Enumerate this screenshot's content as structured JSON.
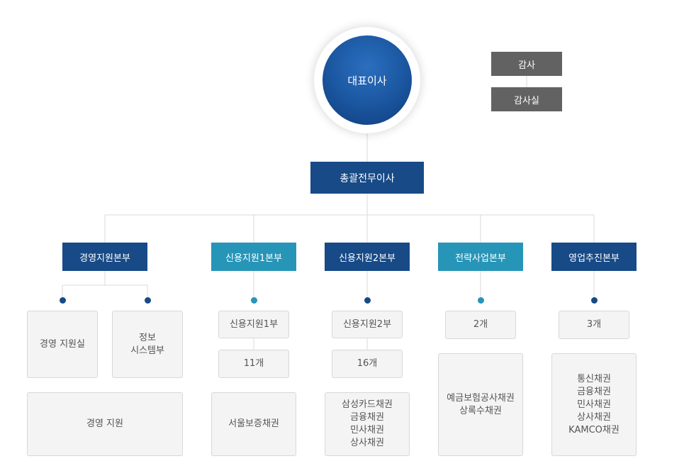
{
  "ceo": {
    "label": "대표이사"
  },
  "audit": {
    "auditor": "감사",
    "audit_office": "감사실"
  },
  "general_manager": {
    "label": "총괄전무이사"
  },
  "divisions": [
    {
      "label": "경영지원본부",
      "units": [
        "경영 지원실",
        "정보\n시스템부",
        "경영 지원"
      ]
    },
    {
      "label": "신용지원1본부",
      "units": [
        "신용지원1부",
        "11개",
        "서울보증채권"
      ]
    },
    {
      "label": "신용지원2본부",
      "units": [
        "신용지원2부",
        "16개",
        "삼성카드채권\n금융채권\n민사채권\n상사채권"
      ]
    },
    {
      "label": "전략사업본부",
      "units": [
        "2개",
        "예금보험공사채권\n상록수채권"
      ]
    },
    {
      "label": "영업추진본부",
      "units": [
        "3개",
        "통신채권\n금융채권\n민사채권\n상사채권\nKAMCO채권"
      ]
    }
  ],
  "colors": {
    "dark_blue": "#174a87",
    "teal": "#2695b8",
    "gray_box": "#626262",
    "line": "#d9d9d9"
  }
}
